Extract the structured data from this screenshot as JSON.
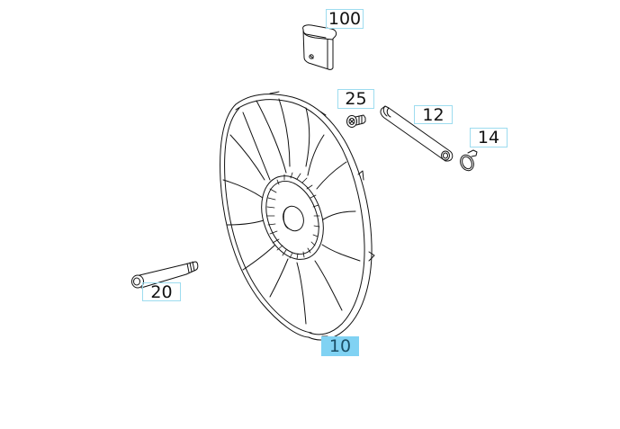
{
  "diagram": {
    "type": "exploded-parts-view",
    "subject": "engine cooling fan with viscous clutch",
    "highlight_color": "#80d2f3",
    "label_border_color": "#9ddcef",
    "parts": [
      {
        "id": "p100",
        "label": "100",
        "depicts": "cap / cover",
        "active": false
      },
      {
        "id": "p25",
        "label": "25",
        "depicts": "flange bolt",
        "active": false
      },
      {
        "id": "p12",
        "label": "12",
        "depicts": "tube / sleeve",
        "active": false
      },
      {
        "id": "p14",
        "label": "14",
        "depicts": "hose clamp",
        "active": false
      },
      {
        "id": "p20",
        "label": "20",
        "depicts": "long bolt",
        "active": false
      },
      {
        "id": "p10",
        "label": "10",
        "depicts": "fan with viscous clutch",
        "active": true
      }
    ]
  },
  "callouts": {
    "c100": "100",
    "c25": "25",
    "c12": "12",
    "c14": "14",
    "c20": "20",
    "c10": "10"
  }
}
